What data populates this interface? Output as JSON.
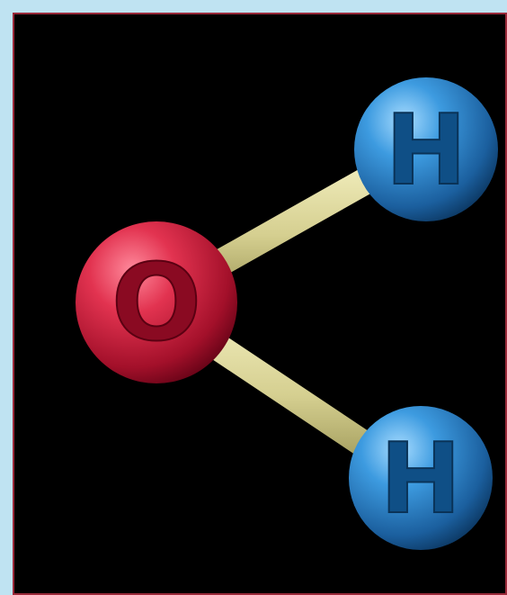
{
  "molecule": {
    "atoms": [
      {
        "id": "oxygen",
        "symbol": "O",
        "color": "#d0203a"
      },
      {
        "id": "hydrogen-top",
        "symbol": "H",
        "color": "#2f8ad0"
      },
      {
        "id": "hydrogen-bottom",
        "symbol": "H",
        "color": "#2f8ad0"
      }
    ],
    "bond_color": "#d8d39a",
    "background": "#000000",
    "frame_color": "#bfe3f2"
  }
}
